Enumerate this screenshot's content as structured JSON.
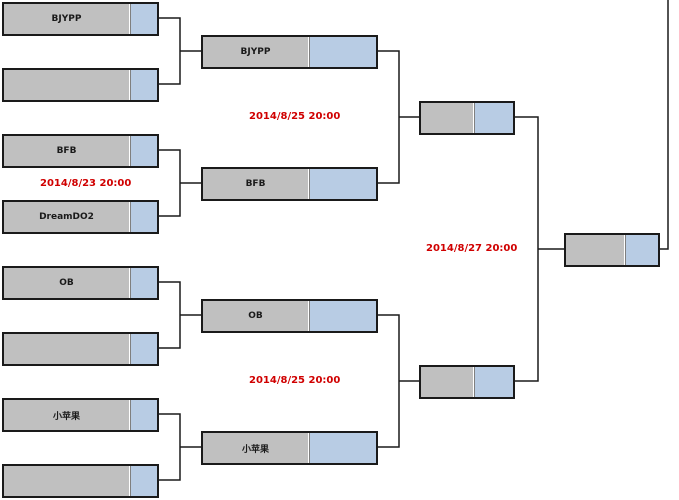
{
  "round1": [
    {
      "team": "BJYPP"
    },
    {
      "team": ""
    },
    {
      "team": "BFB"
    },
    {
      "team": "DreamDO2"
    },
    {
      "team": "OB"
    },
    {
      "team": ""
    },
    {
      "team": "小苹果"
    },
    {
      "team": ""
    }
  ],
  "round2": [
    {
      "team": "BJYPP"
    },
    {
      "team": "BFB"
    },
    {
      "team": "OB"
    },
    {
      "team": "小苹果"
    }
  ],
  "semifinal": [
    {
      "team": ""
    },
    {
      "team": ""
    }
  ],
  "final": [
    {
      "team": ""
    }
  ],
  "dates": {
    "round1_group2": "2014/8/23 20:00",
    "round2_upper": "2014/8/25 20:00",
    "round2_lower": "2014/8/25 20:00",
    "semifinal": "2014/8/27 20:00"
  },
  "colors": {
    "line": "#1a1a1a",
    "name_fill": "#c0c0c0",
    "score_fill": "#b8cce4",
    "date_text": "#d00000"
  }
}
